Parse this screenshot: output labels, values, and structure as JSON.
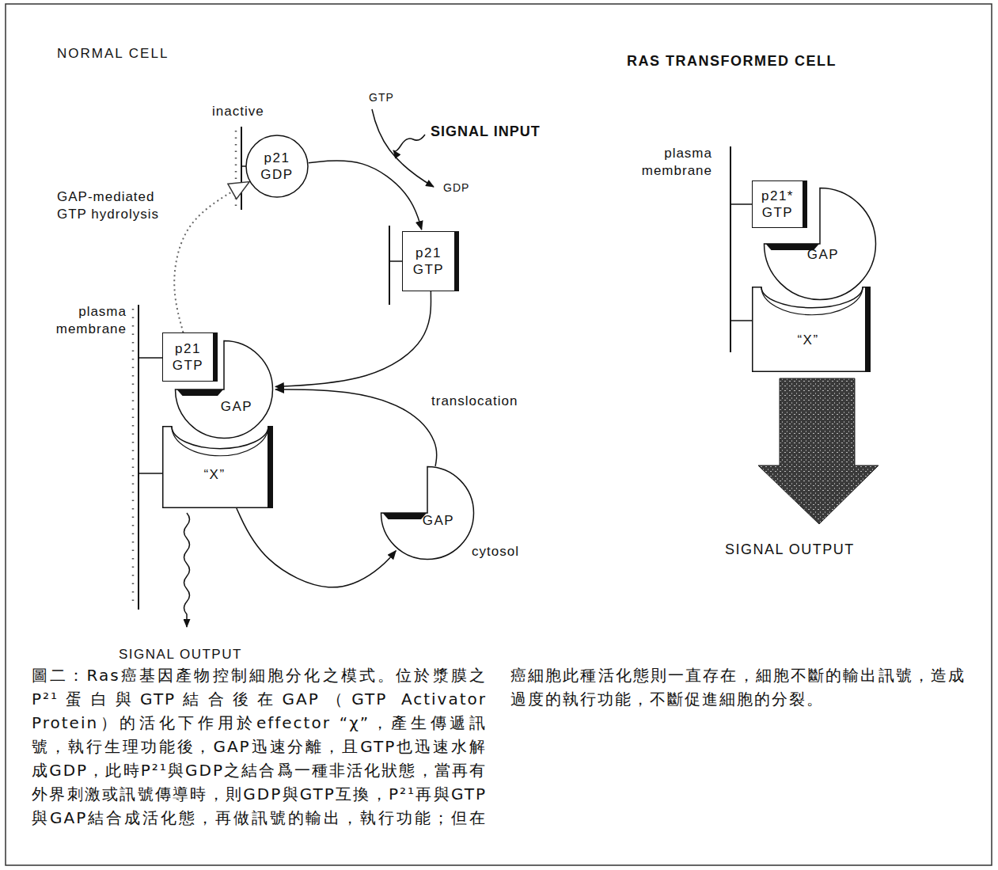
{
  "diagram": {
    "caption": "圖二：Ras癌基因產物控制細胞分化之模式。位於漿膜之P²¹蛋白與GTP結合後在GAP（GTP Activator Protein）的活化下作用於effector “χ”，產生傳遞訊號，執行生理功能後，GAP迅速分離，且GTP也迅速水解成GDP，此時P²¹與GDP之結合爲一種非活化狀態，當再有外界刺激或訊號傳導時，則GDP與GTP互換，P²¹再與GTP與GAP結合成活化態，再做訊號的輸出，執行功能；但在癌細胞此種活化態則一直存在，細胞不斷的輸出訊號，造成過度的執行功能，不斷促進細胞的分裂。",
    "nodes": [
      {
        "text": [
          "p21 GDP"
        ]
      },
      {
        "text": [
          "p21 GTP"
        ]
      },
      {
        "text": [
          "p21 GTP"
        ]
      },
      {
        "text": [
          "GAP"
        ]
      },
      {
        "text": [
          "“X”"
        ]
      },
      {
        "text": [
          "GAP"
        ]
      },
      {
        "text": [
          "p21* GTP"
        ]
      },
      {
        "text": [
          "GAP"
        ]
      },
      {
        "text": [
          "“X”"
        ]
      }
    ],
    "edges": [
      {
        "from": 0,
        "to": 1,
        "arrow": "to"
      },
      {
        "from": 1,
        "to": 3,
        "arrow": "to"
      },
      {
        "from": 5,
        "to": 3,
        "label": "translocation",
        "arrow": "to"
      },
      {
        "from": 4,
        "to": 5,
        "arrow": "to"
      },
      {
        "from": 2,
        "to": 0,
        "label": "GAP-mediated GTP hydrolysis",
        "arrow": "to"
      }
    ],
    "labels": [
      "NORMAL CELL",
      "RAS TRANSFORMED CELL",
      "inactive",
      "GTP",
      "SIGNAL INPUT",
      "GDP",
      "plasma membrane",
      "cytosol",
      "SIGNAL OUTPUT",
      "plasma membrane",
      "SIGNAL OUTPUT"
    ]
  }
}
